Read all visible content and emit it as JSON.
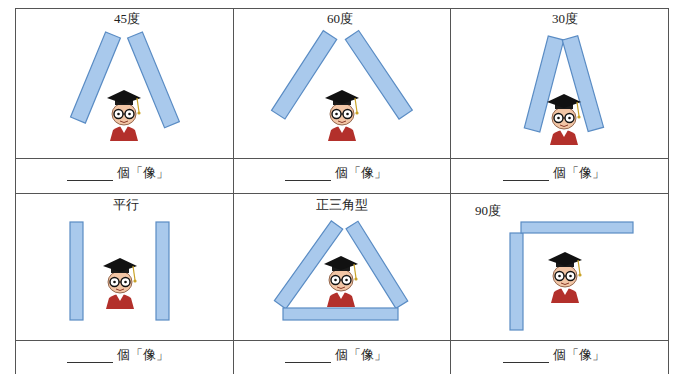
{
  "diagram": {
    "labels": [
      "45度",
      "60度",
      "30度",
      "個「像」",
      "個「像」",
      "個「像」",
      "平行",
      "正三角型",
      "90度",
      "個「像」",
      "個「像」",
      "個「像」"
    ]
  }
}
